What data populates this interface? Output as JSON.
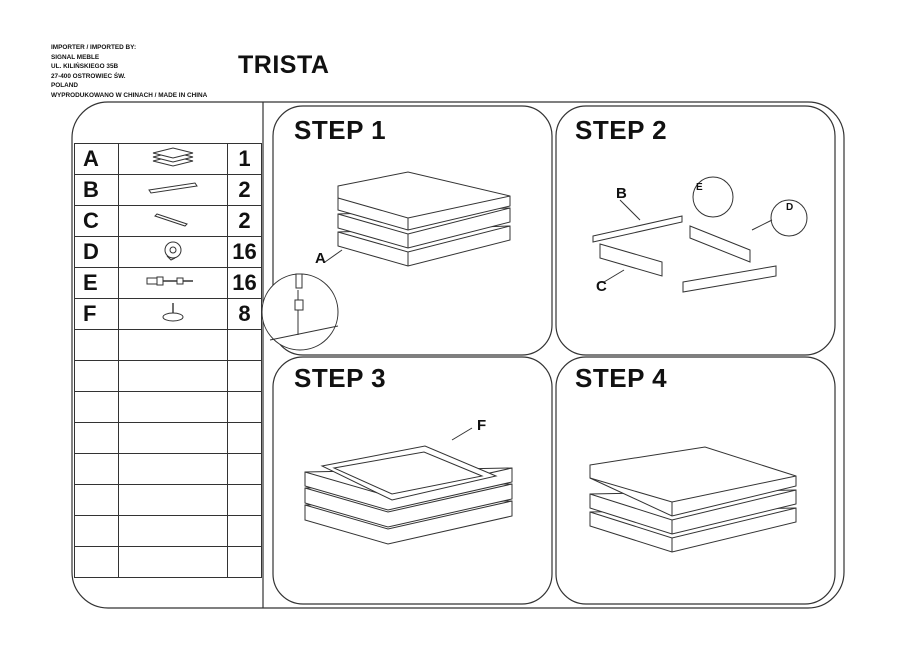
{
  "importer": {
    "lines": [
      "IMPORTER / IMPORTED BY:",
      "SIGNAL MEBLE",
      "UL. KILIŃSKIEGO 35B",
      "27-400 OSTROWIEC ŚW.",
      "POLAND",
      "WYPRODUKOWANO W CHINACH / MADE IN CHINA"
    ]
  },
  "product_title": "TRISTA",
  "parts": [
    {
      "letter": "A",
      "icon": "tabletop-stack-icon",
      "qty": "1"
    },
    {
      "letter": "B",
      "icon": "long-rail-icon",
      "qty": "2"
    },
    {
      "letter": "C",
      "icon": "short-rail-icon",
      "qty": "2"
    },
    {
      "letter": "D",
      "icon": "cam-lock-icon",
      "qty": "16"
    },
    {
      "letter": "E",
      "icon": "cam-bolt-icon",
      "qty": "16"
    },
    {
      "letter": "F",
      "icon": "glide-foot-icon",
      "qty": "8"
    }
  ],
  "steps": [
    {
      "label": "STEP 1",
      "callouts": [
        "A"
      ]
    },
    {
      "label": "STEP 2",
      "callouts": [
        "B",
        "C",
        "E",
        "D"
      ]
    },
    {
      "label": "STEP 3",
      "callouts": [
        "F"
      ]
    },
    {
      "label": "STEP 4",
      "callouts": []
    }
  ],
  "colors": {
    "line": "#333333",
    "panel": "#ffffff"
  }
}
